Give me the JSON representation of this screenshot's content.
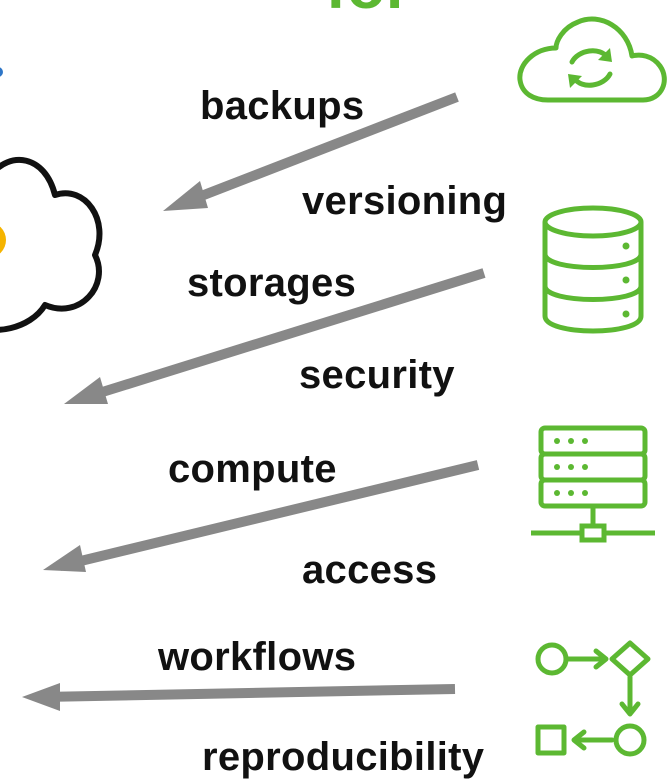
{
  "heading_fragment": "for",
  "labels": {
    "backups": "backups",
    "versioning": "versioning",
    "storages": "storages",
    "security": "security",
    "compute": "compute",
    "access": "access",
    "workflows": "workflows",
    "reproducibility": "reproducibility"
  },
  "icons": [
    "cloud-sync-icon",
    "database-icon",
    "server-network-icon",
    "workflow-icon"
  ],
  "left_element": "cloud-outline",
  "colors": {
    "icon_green": "#5cb832",
    "arrow_gray": "#888888",
    "cloud_outline": "#111111",
    "accent_yellow": "#f5b400",
    "accent_blue": "#2e76c7",
    "text": "#111111"
  }
}
